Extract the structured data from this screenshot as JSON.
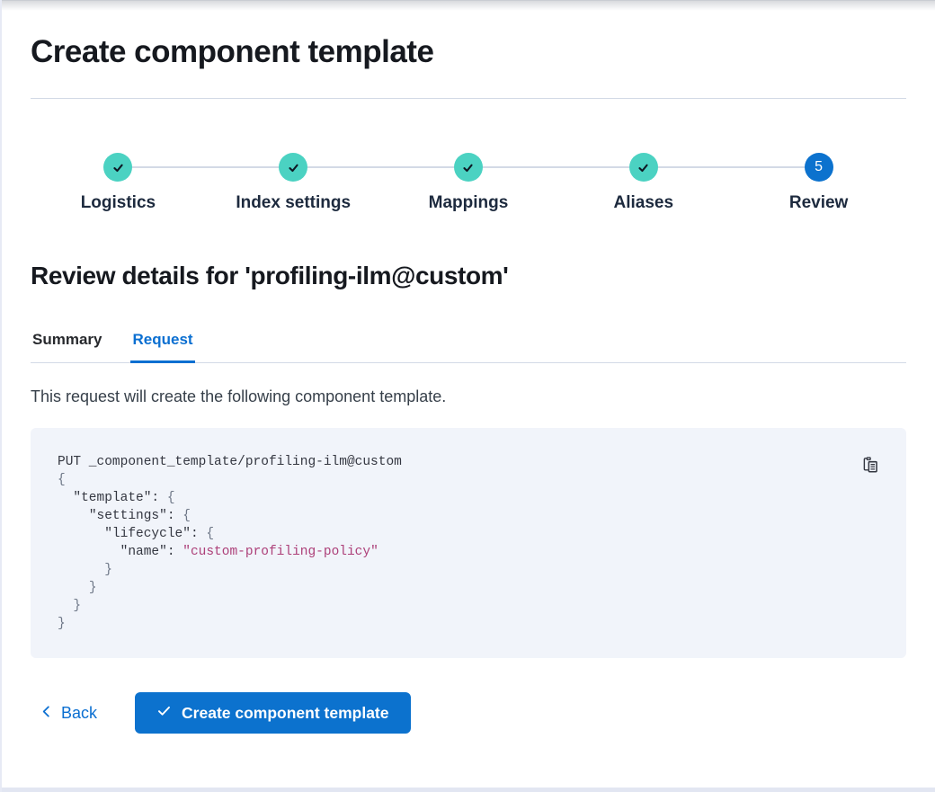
{
  "page": {
    "title": "Create component template"
  },
  "stepper": {
    "steps": [
      {
        "id": "logistics",
        "label": "Logistics",
        "status": "complete"
      },
      {
        "id": "index-settings",
        "label": "Index settings",
        "status": "complete"
      },
      {
        "id": "mappings",
        "label": "Mappings",
        "status": "complete"
      },
      {
        "id": "aliases",
        "label": "Aliases",
        "status": "complete"
      },
      {
        "id": "review",
        "label": "Review",
        "status": "current",
        "number": "5"
      }
    ]
  },
  "review": {
    "heading": "Review details for 'profiling-ilm@custom'",
    "tabs": [
      {
        "id": "summary",
        "label": "Summary",
        "selected": false
      },
      {
        "id": "request",
        "label": "Request",
        "selected": true
      }
    ],
    "description": "This request will create the following component template.",
    "code": {
      "copy_icon": "copy-clipboard-icon",
      "lines": [
        [
          [
            "plain",
            "PUT _component_template/profiling-ilm@custom"
          ]
        ],
        [
          [
            "punct",
            "{"
          ]
        ],
        [
          [
            "plain",
            "  "
          ],
          [
            "key",
            "\"template\""
          ],
          [
            "plain",
            ": "
          ],
          [
            "punct",
            "{"
          ]
        ],
        [
          [
            "plain",
            "    "
          ],
          [
            "key",
            "\"settings\""
          ],
          [
            "plain",
            ": "
          ],
          [
            "punct",
            "{"
          ]
        ],
        [
          [
            "plain",
            "      "
          ],
          [
            "key",
            "\"lifecycle\""
          ],
          [
            "plain",
            ": "
          ],
          [
            "punct",
            "{"
          ]
        ],
        [
          [
            "plain",
            "        "
          ],
          [
            "key",
            "\"name\""
          ],
          [
            "plain",
            ": "
          ],
          [
            "string",
            "\"custom-profiling-policy\""
          ]
        ],
        [
          [
            "plain",
            "      "
          ],
          [
            "punct",
            "}"
          ]
        ],
        [
          [
            "plain",
            "    "
          ],
          [
            "punct",
            "}"
          ]
        ],
        [
          [
            "plain",
            "  "
          ],
          [
            "punct",
            "}"
          ]
        ],
        [
          [
            "punct",
            "}"
          ]
        ]
      ]
    }
  },
  "footer": {
    "back_label": "Back",
    "create_label": "Create component template"
  },
  "colors": {
    "primary_blue": "#0c72ce",
    "link_blue": "#0b6fd1",
    "success_teal": "#4bd2c2",
    "check_dark": "#0e1824",
    "divider": "#d3dae6",
    "code_background": "#f1f4fa",
    "code_string_pink": "#ad4079",
    "code_punct_gray": "#6e7787",
    "text_dark": "#343741",
    "heading_dark": "#16191f",
    "step_label": "#1d2a3e"
  }
}
